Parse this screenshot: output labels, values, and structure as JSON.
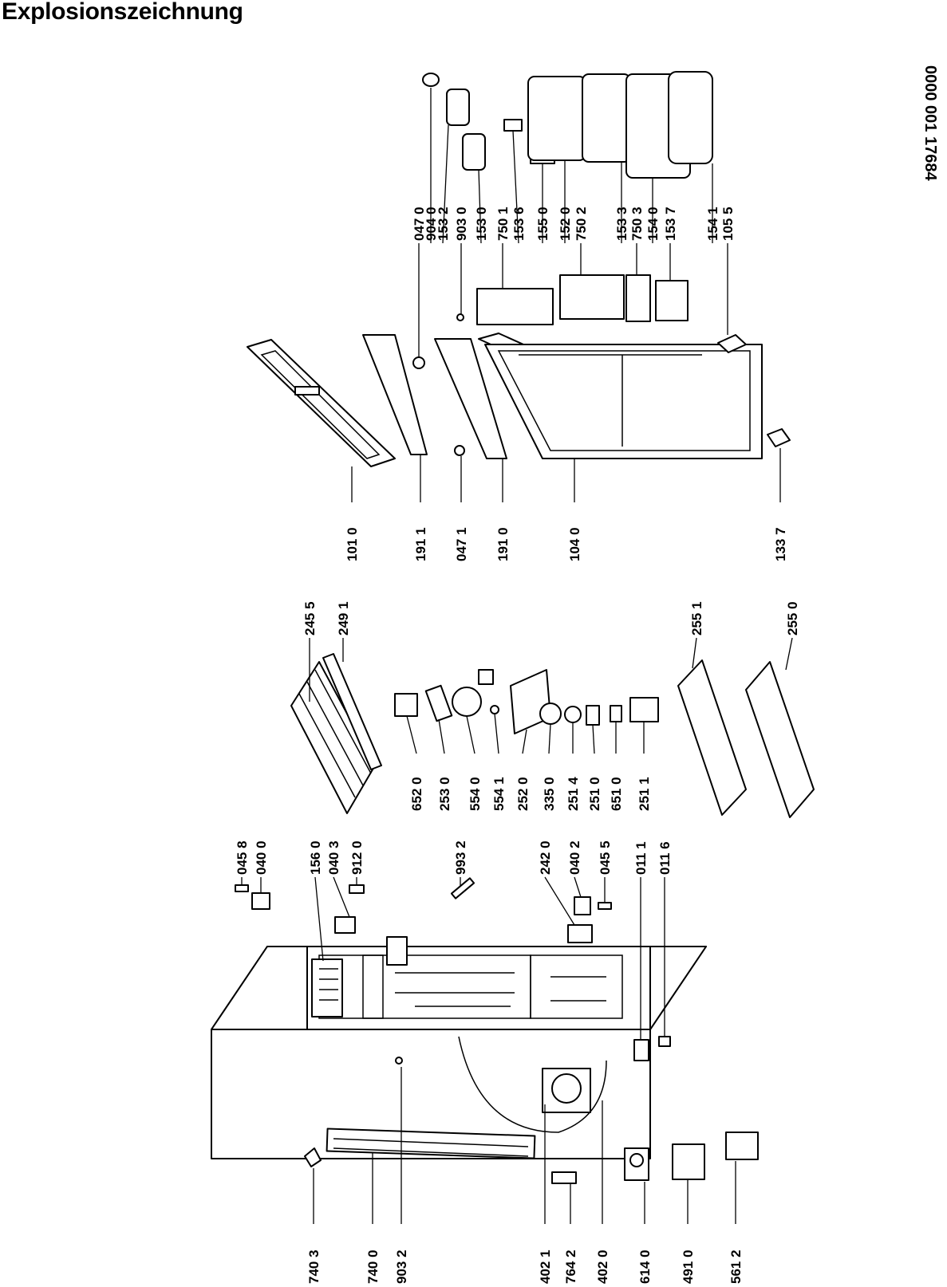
{
  "title": "Explosionszeichnung",
  "doc_number": "0000 001 17684",
  "part_labels": [
    "740 3",
    "740 0",
    "903 2",
    "402 1",
    "764 2",
    "402 0",
    "614 0",
    "491 0",
    "561 2",
    "045 8",
    "040 0",
    "156 0",
    "040 3",
    "912 0",
    "993 2",
    "242 0",
    "040 2",
    "045 5",
    "011 1",
    "011 6",
    "245 5",
    "249 1",
    "652 0",
    "253 0",
    "554 0",
    "554 1",
    "252 0",
    "335 0",
    "251 4",
    "251 0",
    "651 0",
    "251 1",
    "255 1",
    "255 0",
    "101 0",
    "191 1",
    "047 1",
    "191 0",
    "104 0",
    "133 7",
    "047 0",
    "904 0",
    "153 2",
    "903 0",
    "153 0",
    "750 1",
    "153 6",
    "155 0",
    "152 0",
    "750 2",
    "153 3",
    "750 3",
    "154 0",
    "153 7",
    "154 1",
    "105 5"
  ]
}
